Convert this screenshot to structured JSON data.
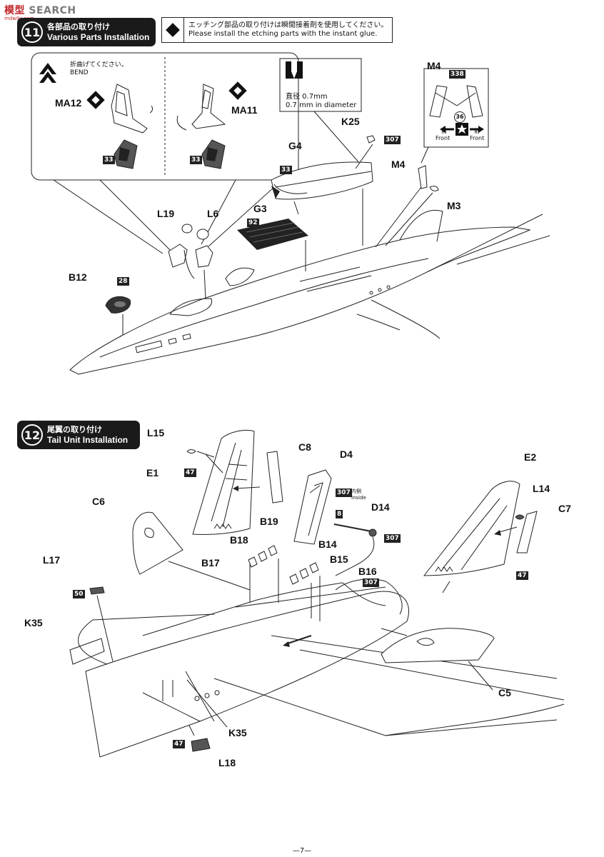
{
  "watermark": {
    "text_a": "模型",
    "text_b": "SEARCH",
    "url": "mdwiki.com"
  },
  "step11": {
    "number": "11",
    "title_jp": "各部品の取り付け",
    "title_en": "Various Parts Installation",
    "note_jp": "エッチング部品の取り付けは瞬間接着剤を使用してください。",
    "note_en": "Please install the etching parts with the instant glue.",
    "bend_jp": "折曲げてください。",
    "bend_en": "BEND",
    "drill_jp": "直径 0.7mm",
    "drill_en": "0.7 mm in diameter",
    "labels": {
      "ma12": "MA12",
      "ma11": "MA11",
      "k25": "K25",
      "g4": "G4",
      "g3": "G3",
      "m4_box": "M4",
      "m4": "M4",
      "m3": "M3",
      "l19": "L19",
      "l6": "L6",
      "b12": "B12"
    },
    "tags": {
      "t33a": "33",
      "t33b": "33",
      "t307": "307",
      "t33c": "33",
      "t92": "92",
      "t338": "338",
      "t36": "36",
      "t28": "28"
    },
    "front_jp": "前",
    "front_en": "Front"
  },
  "step12": {
    "number": "12",
    "title_jp": "尾翼の取り付け",
    "title_en": "Tail Unit Installation",
    "inside_jp": "内側",
    "inside_en": "Inside",
    "labels": {
      "l15": "L15",
      "c8": "C8",
      "d4": "D4",
      "e1": "E1",
      "c6": "C6",
      "d14": "D14",
      "b19": "B19",
      "b18": "B18",
      "b14": "B14",
      "b17": "B17",
      "b15": "B15",
      "b16": "B16",
      "l17": "L17",
      "k35a": "K35",
      "k35b": "K35",
      "l18": "L18",
      "e2": "E2",
      "l14": "L14",
      "c7": "C7",
      "c5": "C5"
    },
    "tags": {
      "t47a": "47",
      "t307a": "307",
      "t8": "8",
      "t307b": "307",
      "t307c": "307",
      "t50": "50",
      "t47b": "47",
      "t47c": "47"
    }
  },
  "page_number": "—7—"
}
